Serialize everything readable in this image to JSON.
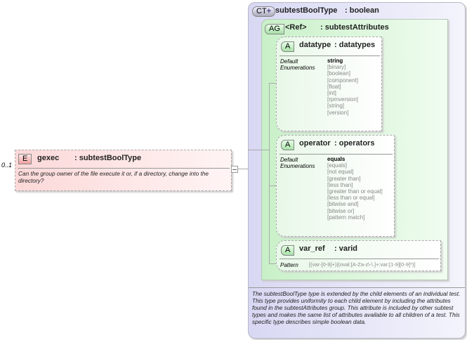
{
  "element": {
    "badge": "E",
    "name": "gexec",
    "type": ": subtestBoolType",
    "cardinality": "0..1",
    "doc": "Can the group owner of the file execute it or, if a directory, change into the directory?"
  },
  "complex_type": {
    "badge": "CT",
    "name": "subtestBoolType",
    "base": ": boolean",
    "doc": "The subtestBoolType type is extended by the child elements of an individual test.  This type provides uniformity to each child element by including the attributes found in the subtestAttributes group.  This attribute is included by other subtest types and makes the same list of attributes available to all children of a test.  This specific type describes simple boolean data."
  },
  "attribute_group": {
    "badge": "AG",
    "name": "<Ref>",
    "type": ": subtestAttributes"
  },
  "attributes": [
    {
      "badge": "A",
      "name": "datatype",
      "type": ": datatypes",
      "default_label": "Default",
      "default": "string",
      "enum_label": "Enumerations",
      "enumerations": [
        "[binary]",
        "[boolean]",
        "[component]",
        "[float]",
        "[int]",
        "[rpmversion]",
        "[string]",
        "[version]"
      ]
    },
    {
      "badge": "A",
      "name": "operator",
      "type": ": operators",
      "default_label": "Default",
      "default": "equals",
      "enum_label": "Enumerations",
      "enumerations": [
        "[equals]",
        "[not equal]",
        "[greater than]",
        "[less than]",
        "[greater than or equal]",
        "[less than or equal]",
        "[bitwise and]",
        "[bitwise or]",
        "[pattern match]"
      ]
    },
    {
      "badge": "A",
      "name": "var_ref",
      "type": ": varid",
      "pattern_label": "Pattern",
      "pattern": "[(var-[0-9]+)|(oval:[A-Za-z\\-\\.]+:var:[1-9][0-9]*)]"
    }
  ]
}
